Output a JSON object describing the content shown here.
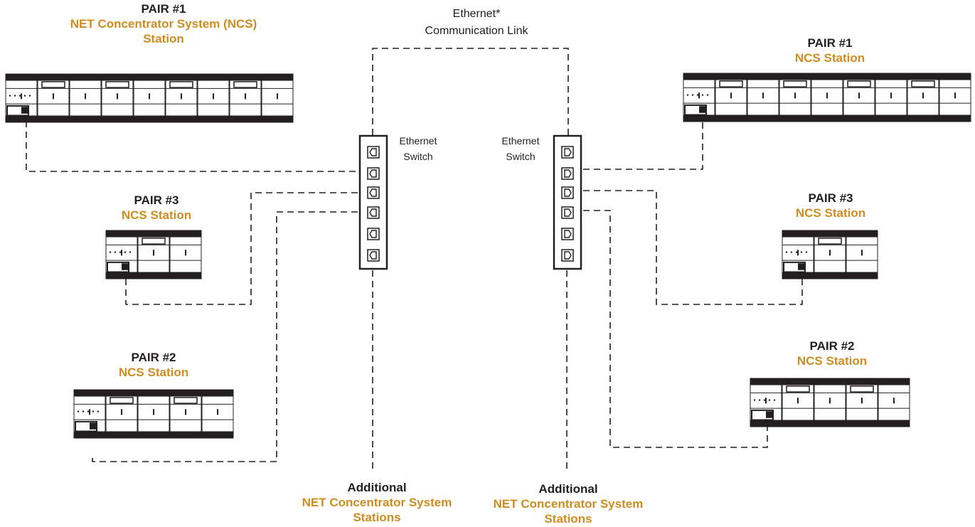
{
  "colors": {
    "accent": "#d08c1e",
    "ink": "#231f20"
  },
  "ethernet_link": {
    "line1": "Ethernet*",
    "line2": "Communication Link"
  },
  "switches": [
    {
      "line1": "Ethernet",
      "line2": "Switch"
    },
    {
      "line1": "Ethernet",
      "line2": "Switch"
    }
  ],
  "stations": {
    "left_pair1": {
      "heading": "PAIR #1",
      "line1": "NET Concentrator System (NCS)",
      "line2": "Station"
    },
    "left_pair3": {
      "heading": "PAIR #3",
      "line1": "NCS Station"
    },
    "left_pair2": {
      "heading": "PAIR #2",
      "line1": "NCS Station"
    },
    "right_pair1": {
      "heading": "PAIR #1",
      "line1": "NCS Station"
    },
    "right_pair3": {
      "heading": "PAIR #3",
      "line1": "NCS Station"
    },
    "right_pair2": {
      "heading": "PAIR #2",
      "line1": "NCS Station"
    }
  },
  "additional": [
    {
      "heading": "Additional",
      "line1": "NET Concentrator System",
      "line2": "Stations"
    },
    {
      "heading": "Additional",
      "line1": "NET Concentrator System",
      "line2": "Stations"
    }
  ],
  "icons": [
    "ncs-rack-icon",
    "ethernet-switch-icon",
    "ethernet-port-icon"
  ]
}
